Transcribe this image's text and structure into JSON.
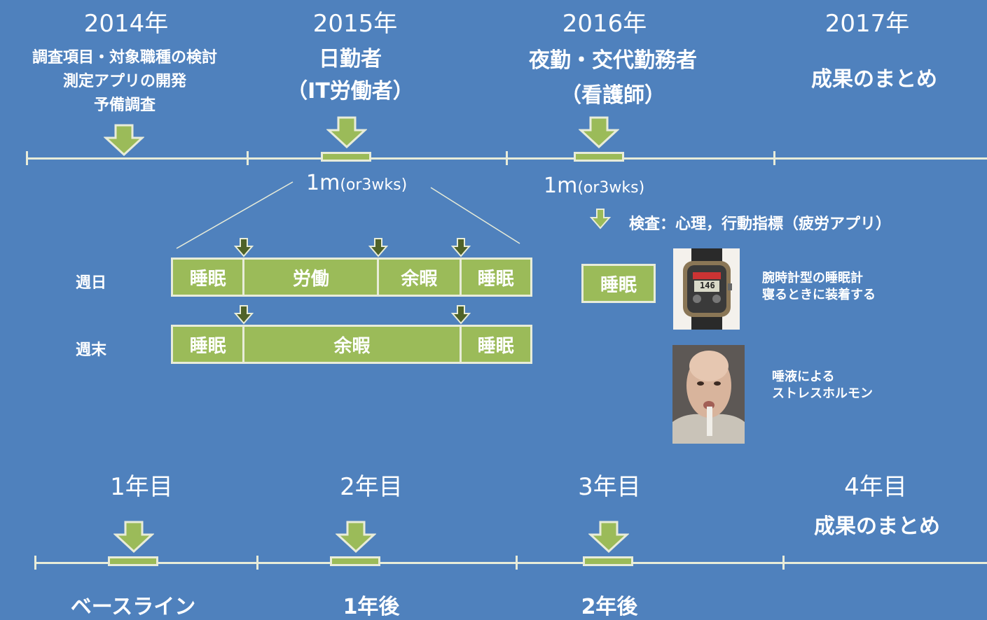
{
  "top_timeline": {
    "years": [
      "2014年",
      "2015年",
      "2016年",
      "2017年"
    ],
    "phase1": [
      "調査項目・対象職種の検討",
      "測定アプリの開発",
      "予備調査"
    ],
    "phase2": [
      "日勤者",
      "（IT労働者）"
    ],
    "phase3": [
      "夜勤・交代勤務者",
      "（看護師）"
    ],
    "phase4": "成果のまとめ",
    "duration_main": "1m",
    "duration_sub": "(or3wks)"
  },
  "schedule": {
    "weekday_label": "週日",
    "weekend_label": "週末",
    "weekday_cells": [
      "睡眠",
      "労働",
      "余暇",
      "睡眠"
    ],
    "weekend_cells": [
      "睡眠",
      "余暇",
      "睡眠"
    ]
  },
  "tests": {
    "heading": "検査：心理，行動指標（疲労アプリ）",
    "sleep_box": "睡眠",
    "watch_caption": [
      "腕時計型の睡眠計",
      "寝るときに装着する"
    ],
    "watch_display": "146",
    "saliva_caption": [
      "唾液による",
      "ストレスホルモン"
    ]
  },
  "bottom_timeline": {
    "years": [
      "1年目",
      "2年目",
      "3年目",
      "4年目"
    ],
    "summary": "成果のまとめ",
    "labels": [
      "ベースライン",
      "1年後",
      "2年後"
    ]
  },
  "colors": {
    "background": "#4f81bd",
    "accent": "#9bbb59",
    "line": "#e8ecd9"
  }
}
